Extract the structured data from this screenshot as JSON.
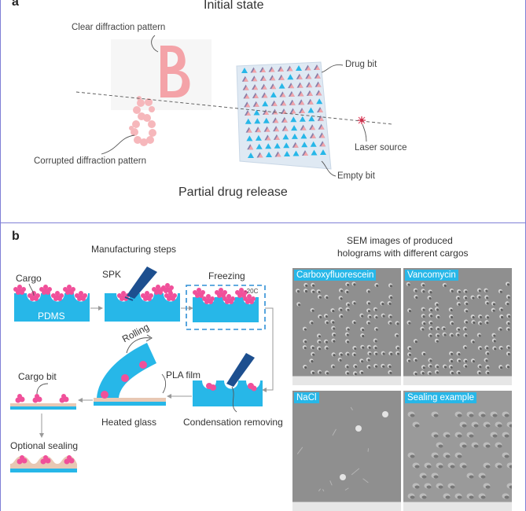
{
  "panel_a": {
    "letter": "a",
    "title_top": "Initial state",
    "title_bottom": "Partial drug release",
    "labels": {
      "clear_pattern": "Clear diffraction pattern",
      "corrupted_pattern": "Corrupted diffraction pattern",
      "drug_bit": "Drug bit",
      "laser_source": "Laser source",
      "empty_bit": "Empty bit"
    },
    "colors": {
      "pink": "#f4a3a8",
      "cyan": "#27b7e8",
      "chip": "#dfe9f3"
    }
  },
  "panel_b": {
    "letter": "b",
    "manufacturing_title": "Manufacturing steps",
    "labels": {
      "cargo": "Cargo",
      "pdms": "PDMS",
      "spk": "SPK",
      "freezing": "Freezing",
      "temp": "-20C",
      "rolling": "Rolling",
      "pla_film": "PLA film",
      "heated_glass": "Heated glass",
      "condensation": "Condensation removing",
      "cargo_bit": "Cargo bit",
      "optional_sealing": "Optional sealing"
    },
    "sem_title_line1": "SEM images of produced",
    "sem_title_line2": "holograms with different cargos",
    "sem_images": [
      {
        "label": "Carboxyfluorescein"
      },
      {
        "label": "Vancomycin"
      },
      {
        "label": "NaCl"
      },
      {
        "label": "Sealing example"
      }
    ],
    "colors": {
      "pdms": "#27b7e8",
      "cargo": "#f0509a",
      "tool": "#1d4f8f",
      "dashed": "#2f8fd6",
      "film": "#e8c8b4"
    }
  }
}
